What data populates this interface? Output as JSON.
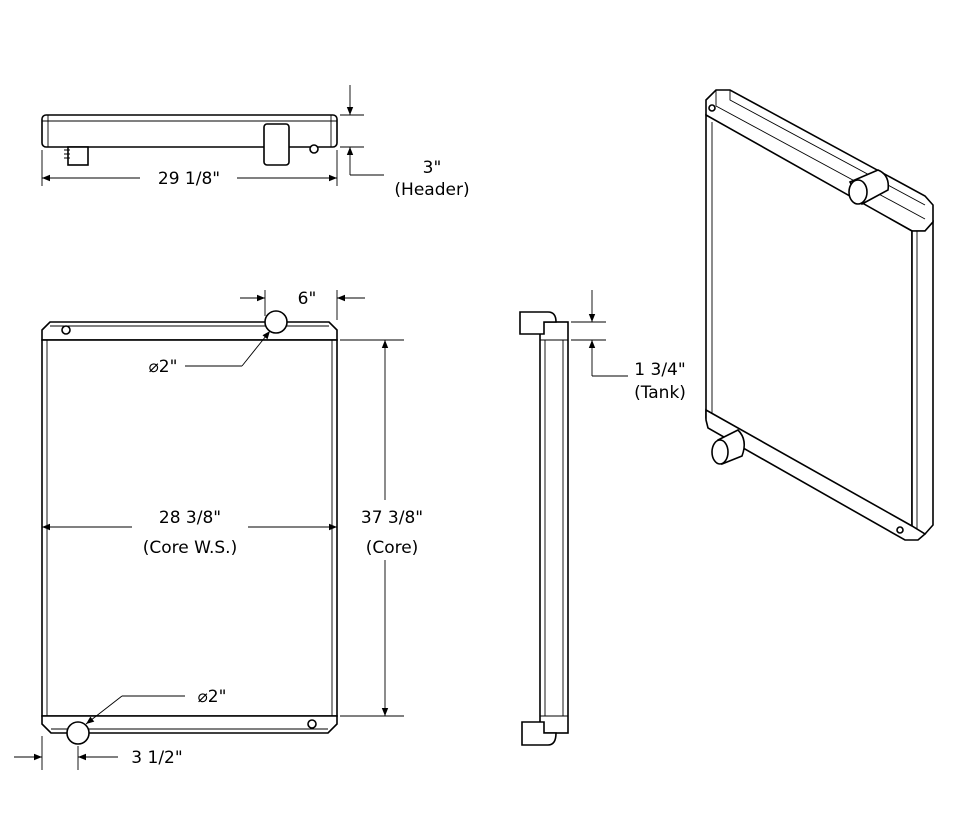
{
  "top_view": {
    "width_label": "29 1/8\"",
    "height_label": "3\"",
    "height_note": "(Header)"
  },
  "front_view": {
    "inlet_offset_label": "6\"",
    "inlet_diameter_label": "⌀2\"",
    "core_width_label": "28 3/8\"",
    "core_width_note": "(Core W.S.)",
    "core_height_label": "37 3/8\"",
    "core_height_note": "(Core)",
    "outlet_diameter_label": "⌀2\"",
    "outlet_offset_label": "3 1/2\""
  },
  "side_view": {
    "tank_label": "1 3/4\"",
    "tank_note": "(Tank)"
  }
}
